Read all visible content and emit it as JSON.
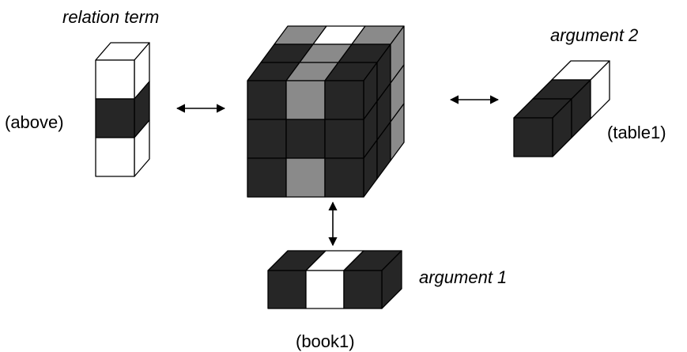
{
  "labels": {
    "relation_term": "relation term",
    "relation_value": "(above)",
    "argument2": "argument 2",
    "argument2_value": "(table1)",
    "argument1": "argument 1",
    "argument1_value": "(book1)"
  },
  "colors": {
    "dark": "#262626",
    "gray": "#8a8a8a",
    "white": "#ffffff",
    "stroke": "#000000"
  }
}
